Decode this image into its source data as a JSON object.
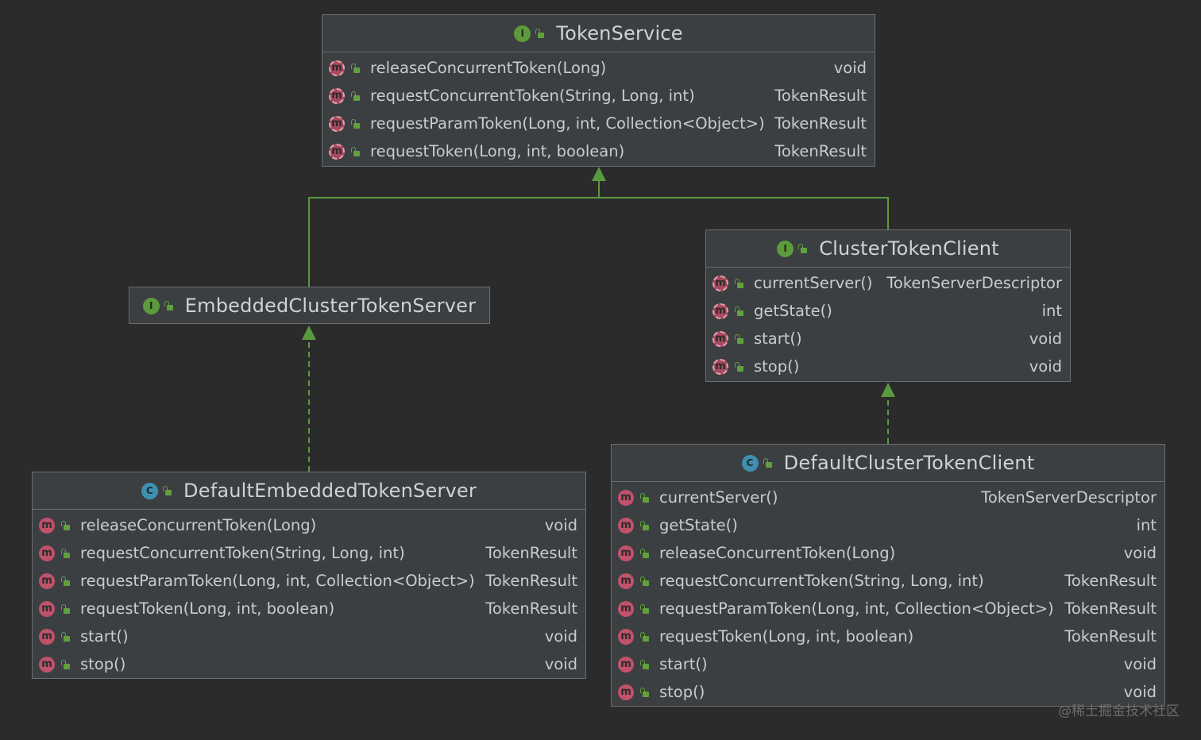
{
  "diagram": {
    "boxes": {
      "token_service": {
        "name": "TokenService",
        "kind": "I",
        "methods": [
          {
            "sig": "releaseConcurrentToken(Long)",
            "ret": "void"
          },
          {
            "sig": "requestConcurrentToken(String, Long, int)",
            "ret": "TokenResult"
          },
          {
            "sig": "requestParamToken(Long, int, Collection<Object>)",
            "ret": "TokenResult"
          },
          {
            "sig": "requestToken(Long, int, boolean)",
            "ret": "TokenResult"
          }
        ]
      },
      "embedded_server": {
        "name": "EmbeddedClusterTokenServer",
        "kind": "I",
        "methods": []
      },
      "cluster_client": {
        "name": "ClusterTokenClient",
        "kind": "I",
        "methods": [
          {
            "sig": "currentServer()",
            "ret": "TokenServerDescriptor"
          },
          {
            "sig": "getState()",
            "ret": "int"
          },
          {
            "sig": "start()",
            "ret": "void"
          },
          {
            "sig": "stop()",
            "ret": "void"
          }
        ]
      },
      "default_embedded_server": {
        "name": "DefaultEmbeddedTokenServer",
        "kind": "C",
        "methods": [
          {
            "sig": "releaseConcurrentToken(Long)",
            "ret": "void"
          },
          {
            "sig": "requestConcurrentToken(String, Long, int)",
            "ret": "TokenResult"
          },
          {
            "sig": "requestParamToken(Long, int, Collection<Object>)",
            "ret": "TokenResult"
          },
          {
            "sig": "requestToken(Long, int, boolean)",
            "ret": "TokenResult"
          },
          {
            "sig": "start()",
            "ret": "void"
          },
          {
            "sig": "stop()",
            "ret": "void"
          }
        ]
      },
      "default_cluster_client": {
        "name": "DefaultClusterTokenClient",
        "kind": "C",
        "methods": [
          {
            "sig": "currentServer()",
            "ret": "TokenServerDescriptor"
          },
          {
            "sig": "getState()",
            "ret": "int"
          },
          {
            "sig": "releaseConcurrentToken(Long)",
            "ret": "void"
          },
          {
            "sig": "requestConcurrentToken(String, Long, int)",
            "ret": "TokenResult"
          },
          {
            "sig": "requestParamToken(Long, int, Collection<Object>)",
            "ret": "TokenResult"
          },
          {
            "sig": "requestToken(Long, int, boolean)",
            "ret": "TokenResult"
          },
          {
            "sig": "start()",
            "ret": "void"
          },
          {
            "sig": "stop()",
            "ret": "void"
          }
        ]
      }
    },
    "method_icon": "m",
    "colors": {
      "background": "#2b2b2b",
      "box_fill": "#3c3f41",
      "box_border": "#6b6e70",
      "arrow": "#5a9a3f",
      "interface_icon": "#5c9a3c",
      "class_icon": "#3f8fb2",
      "method_icon": "#c0526a"
    }
  },
  "watermark": "@稀土掘金技术社区"
}
